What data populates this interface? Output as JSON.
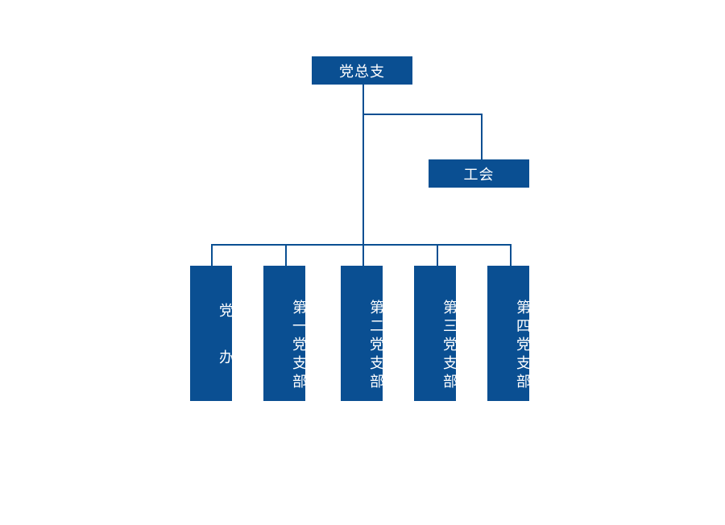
{
  "diagram": {
    "root": {
      "label": "党总支"
    },
    "side": {
      "label": "工会"
    },
    "branches": [
      {
        "label": "党办"
      },
      {
        "label": "第一党支部"
      },
      {
        "label": "第二党支部"
      },
      {
        "label": "第三党支部"
      },
      {
        "label": "第四党支部"
      }
    ]
  },
  "colors": {
    "box": "#0a4f92",
    "line": "#0a4f92",
    "text": "#ffffff",
    "background": "#ffffff"
  }
}
